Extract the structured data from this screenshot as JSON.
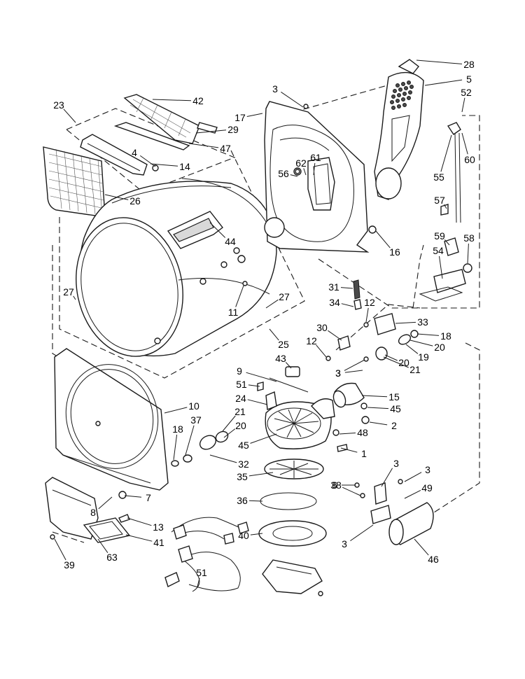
{
  "diagram": {
    "callouts": [
      {
        "label": "28"
      },
      {
        "label": "5"
      },
      {
        "label": "52"
      },
      {
        "label": "3"
      },
      {
        "label": "42"
      },
      {
        "label": "23"
      },
      {
        "label": "17"
      },
      {
        "label": "29"
      },
      {
        "label": "47"
      },
      {
        "label": "4"
      },
      {
        "label": "14"
      },
      {
        "label": "62"
      },
      {
        "label": "61"
      },
      {
        "label": "56"
      },
      {
        "label": "60"
      },
      {
        "label": "55"
      },
      {
        "label": "26"
      },
      {
        "label": "44"
      },
      {
        "label": "57"
      },
      {
        "label": "59"
      },
      {
        "label": "58"
      },
      {
        "label": "54"
      },
      {
        "label": "16"
      },
      {
        "label": "27"
      },
      {
        "label": "11"
      },
      {
        "label": "27"
      },
      {
        "label": "31"
      },
      {
        "label": "34"
      },
      {
        "label": "12"
      },
      {
        "label": "33"
      },
      {
        "label": "18"
      },
      {
        "label": "20"
      },
      {
        "label": "30"
      },
      {
        "label": "12"
      },
      {
        "label": "19"
      },
      {
        "label": "25"
      },
      {
        "label": "43"
      },
      {
        "label": "3"
      },
      {
        "label": "20"
      },
      {
        "label": "21"
      },
      {
        "label": "9"
      },
      {
        "label": "51"
      },
      {
        "label": "15"
      },
      {
        "label": "24"
      },
      {
        "label": "45"
      },
      {
        "label": "3"
      },
      {
        "label": "10"
      },
      {
        "label": "21"
      },
      {
        "label": "2"
      },
      {
        "label": "20"
      },
      {
        "label": "18"
      },
      {
        "label": "37"
      },
      {
        "label": "45"
      },
      {
        "label": "48"
      },
      {
        "label": "1"
      },
      {
        "label": "32"
      },
      {
        "label": "35"
      },
      {
        "label": "3"
      },
      {
        "label": "3"
      },
      {
        "label": "6"
      },
      {
        "label": "8"
      },
      {
        "label": "7"
      },
      {
        "label": "36"
      },
      {
        "label": "49"
      },
      {
        "label": "13"
      },
      {
        "label": "41"
      },
      {
        "label": "40"
      },
      {
        "label": "3"
      },
      {
        "label": "38"
      },
      {
        "label": "39"
      },
      {
        "label": "63"
      },
      {
        "label": "46"
      },
      {
        "label": "51"
      }
    ]
  }
}
